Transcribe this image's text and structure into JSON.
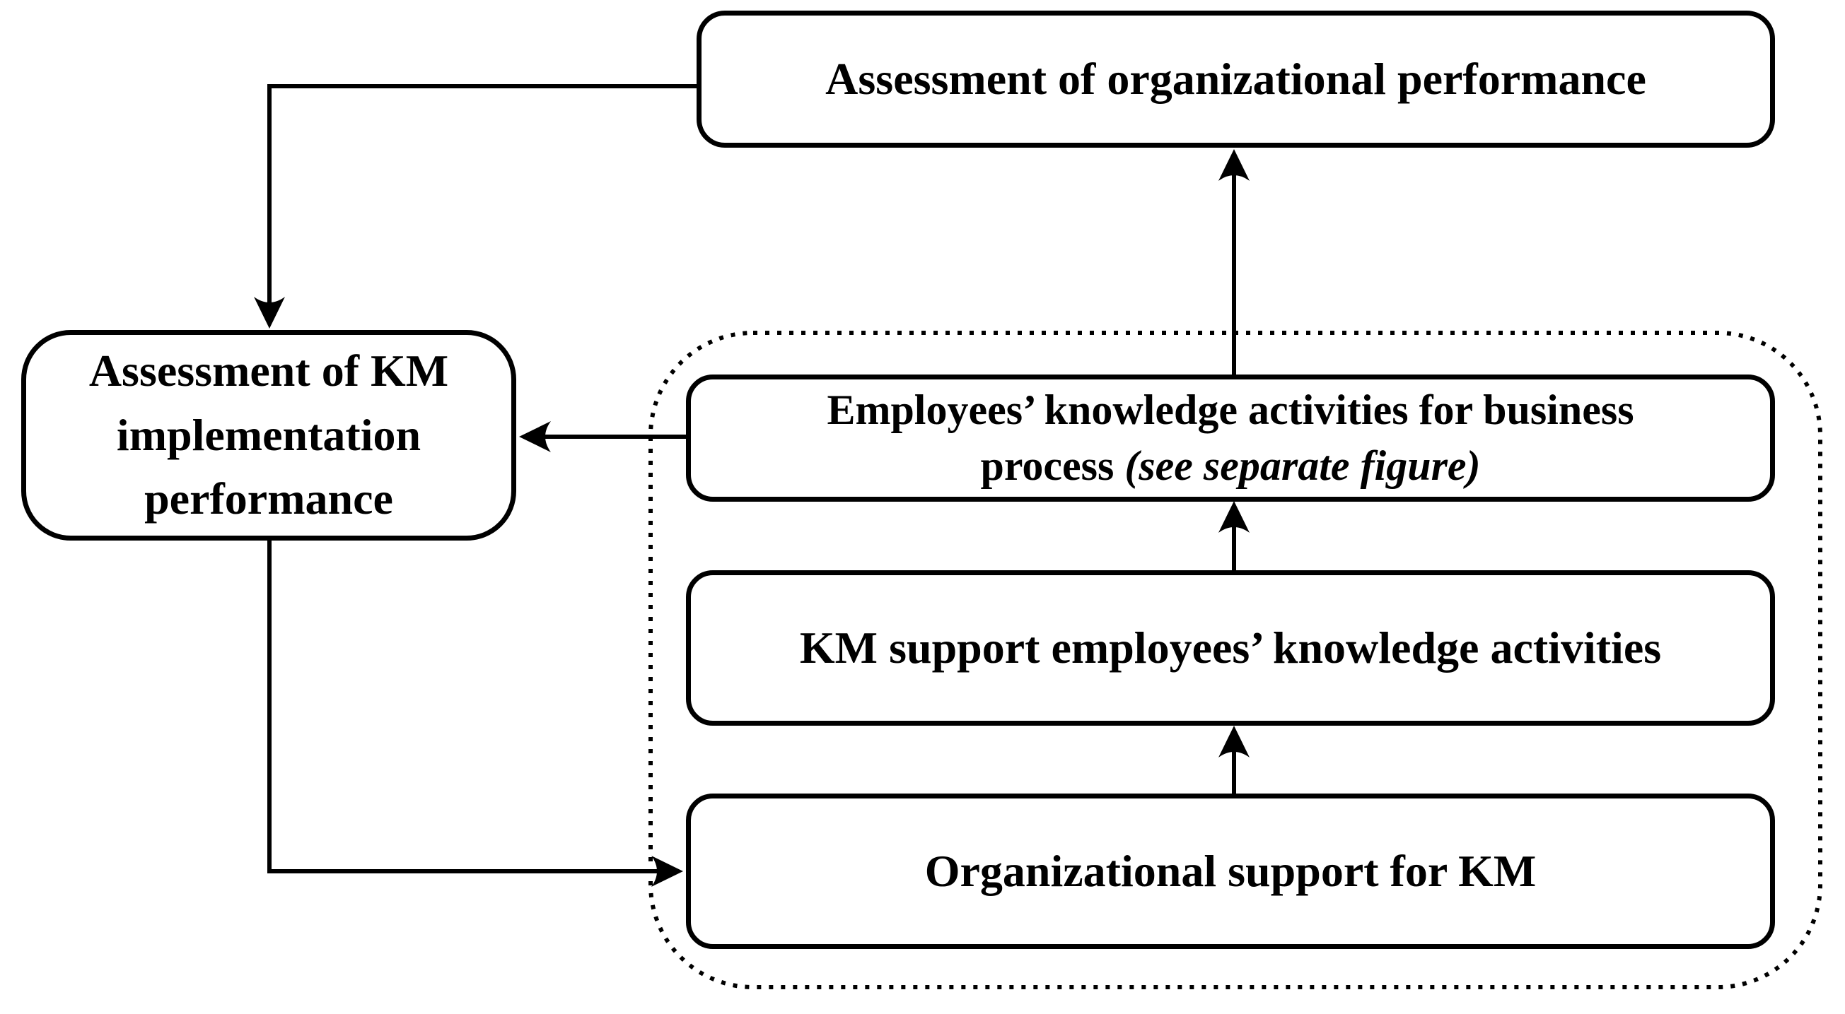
{
  "diagram": {
    "title": "KM assessment framework",
    "background_color": "#ffffff",
    "line_color": "#000000",
    "boxes": {
      "org_performance": {
        "label": "Assessment of organizational performance"
      },
      "km_implementation": {
        "label": "Assessment of KM implementation performance",
        "lines": [
          "Assessment of KM",
          "implementation",
          "performance"
        ]
      },
      "employees_activities": {
        "label": "Employees’ knowledge activities for business process (see separate figure)",
        "line1": "Employees’ knowledge activities for business",
        "line2_normal": "process ",
        "line2_italic": "(see separate figure)"
      },
      "km_support": {
        "label": "KM support employees’ knowledge activities"
      },
      "org_support": {
        "label": "Organizational support for KM"
      }
    },
    "arrows": [
      {
        "from": "org_performance",
        "to": "km_implementation"
      },
      {
        "from": "employees_activities",
        "to": "km_implementation"
      },
      {
        "from": "km_implementation",
        "to": "org_support"
      },
      {
        "from": "employees_activities",
        "to": "org_performance"
      },
      {
        "from": "km_support",
        "to": "employees_activities"
      },
      {
        "from": "org_support",
        "to": "km_support"
      }
    ]
  }
}
